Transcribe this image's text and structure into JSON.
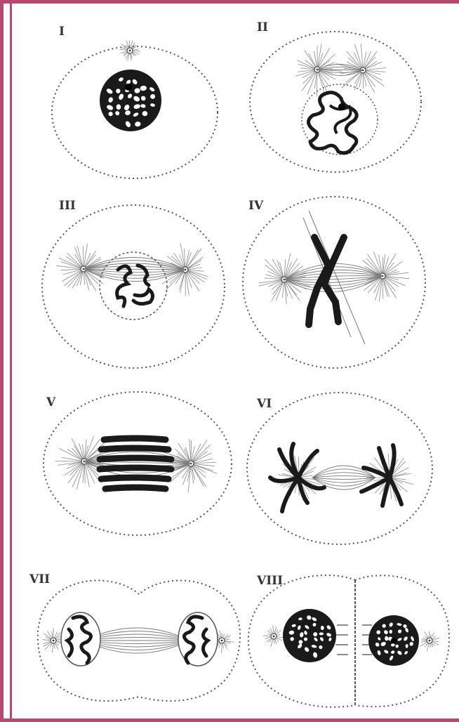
{
  "figure": {
    "stages": [
      {
        "label": "I"
      },
      {
        "label": "II"
      },
      {
        "label": "III"
      },
      {
        "label": "IV"
      },
      {
        "label": "V"
      },
      {
        "label": "VI"
      },
      {
        "label": "VII"
      },
      {
        "label": "VIII"
      }
    ]
  },
  "colors": {
    "frame": "#b9486e",
    "ink": "#1a1a1a",
    "membrane": "#555555"
  }
}
